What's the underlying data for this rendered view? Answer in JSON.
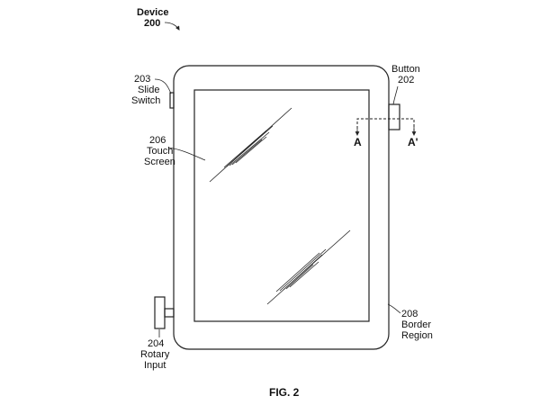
{
  "device": {
    "title": "Device",
    "number": "200"
  },
  "slide_switch": {
    "number": "203",
    "line1": "Slide",
    "line2": "Switch"
  },
  "touch_screen": {
    "number": "206",
    "line1": "Touch",
    "line2": "Screen"
  },
  "button": {
    "line1": "Button",
    "number": "202"
  },
  "section": {
    "a": "A",
    "a_prime": "A'"
  },
  "rotary_input": {
    "number": "204",
    "line1": "Rotary",
    "line2": "Input"
  },
  "border_region": {
    "number": "208",
    "line1": "Border",
    "line2": "Region"
  },
  "figure": {
    "caption": "FIG. 2"
  }
}
